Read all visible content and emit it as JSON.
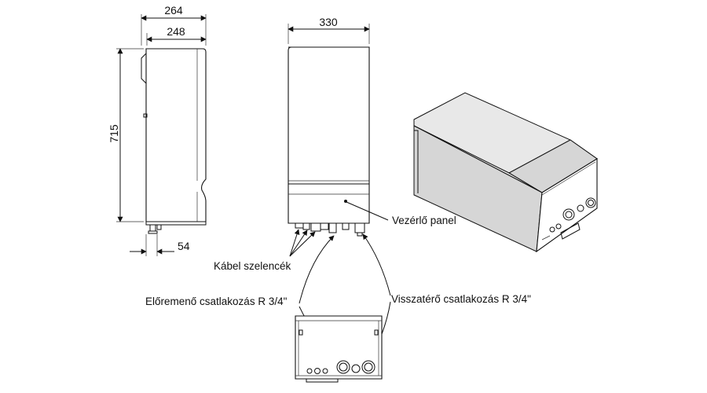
{
  "dimensions": {
    "side_depth_outer": "264",
    "side_depth_inner": "248",
    "height": "715",
    "bottom_offset": "54",
    "front_width": "330"
  },
  "callouts": {
    "control_panel": "Vezérlő panel",
    "cable_glands": "Kábel szelencék",
    "flow_connection": "Előremenő csatlakozás R 3/4\"",
    "return_connection": "Visszatérő csatlakozás R 3/4\""
  }
}
